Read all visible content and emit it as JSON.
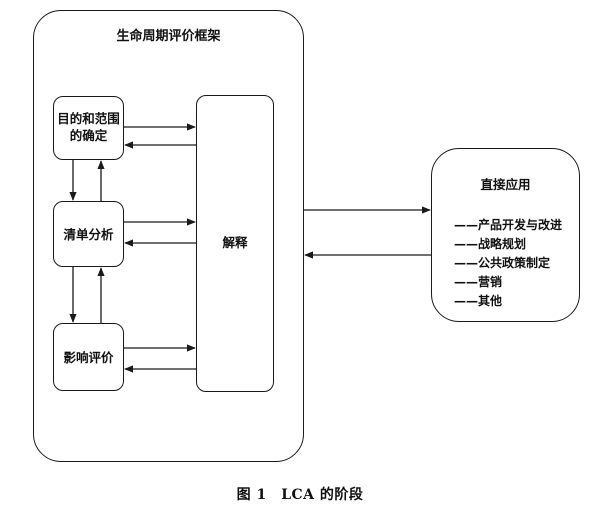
{
  "framework": {
    "title": "生命周期评价框架"
  },
  "phases": {
    "goal_scope": "目的和范围\n的确定",
    "inventory": "清单分析",
    "impact": "影响评价",
    "interpretation": "解释"
  },
  "applications": {
    "title": "直接应用",
    "items": [
      "——产品开发与改进",
      "——战略规划",
      "——公共政策制定",
      "——营销",
      "——其他"
    ]
  },
  "caption": "图 1　LCA 的阶段"
}
